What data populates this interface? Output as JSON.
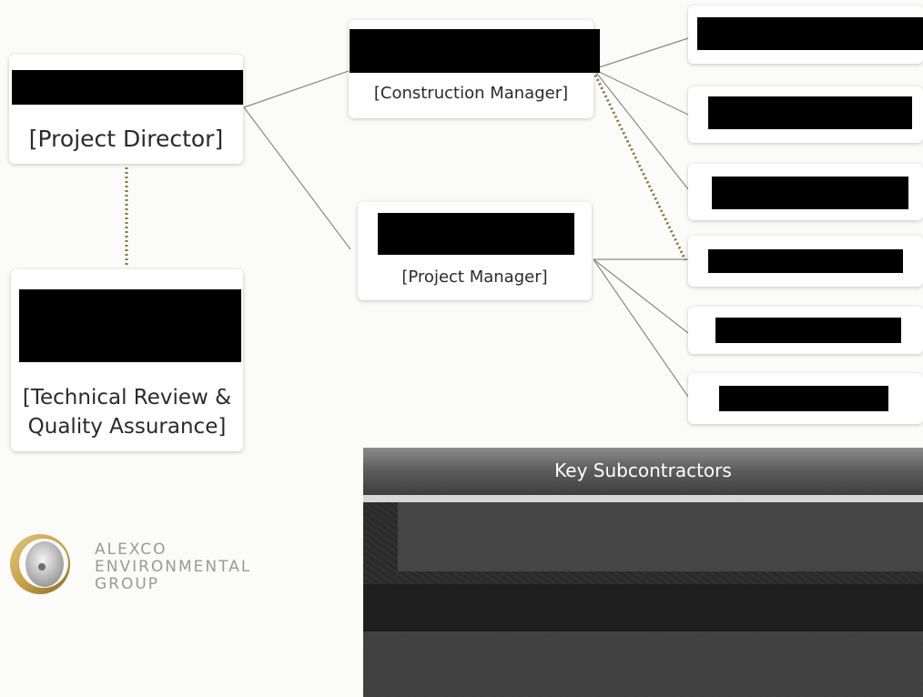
{
  "roles": {
    "project_director": "[Project Director]",
    "construction_manager": "[Construction Manager]",
    "project_manager": "[Project Manager]",
    "technical_review_line1": "[Technical Review &",
    "technical_review_line2": "Quality Assurance]"
  },
  "subcontractors": {
    "title": "Key Subcontractors"
  },
  "logo": {
    "line1": "ALEXCO",
    "line2": "ENVIRONMENTAL",
    "line3": "GROUP"
  },
  "colors": {
    "connector": "#8a8a8a",
    "dotted_connector": "#7a7a2e",
    "redaction": "#000000",
    "logo_gold": "#c8a24a"
  }
}
